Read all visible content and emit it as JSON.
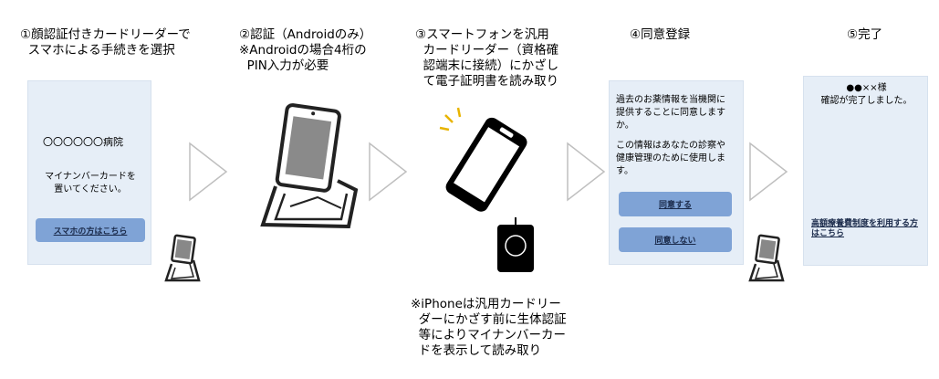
{
  "steps": [
    {
      "label": "①顔認証付きカードリーダーで\n  スマホによる手続きを選択"
    },
    {
      "label": "②認証（Androidのみ）\n※Androidの場合4桁の\n  PIN入力が必要"
    },
    {
      "label": "③スマートフォンを汎用\n  カードリーダー（資格確\n  認端末に接続）にかざし\n  て電子証明書を読み取り"
    },
    {
      "label": "④同意登録"
    },
    {
      "label": "⑤完了"
    }
  ],
  "screen1": {
    "hospital": "〇〇〇〇〇〇病院",
    "instruction": "マイナンバーカードを\n置いてください。",
    "button": "スマホの方はこちら"
  },
  "screen4": {
    "text1": "過去のお薬情報を当機関に\n提供することに同意します\nか。",
    "text2": "この情報はあなたの診察や\n健康管理のために使用しま\nす。",
    "agree": "同意する",
    "disagree": "同意しない"
  },
  "screen5": {
    "name": "●●××様",
    "done": "確認が完了しました。",
    "link": "高額療養費制度を利用する方\nはこちら"
  },
  "iphone_note": "※iPhoneは汎用カードリー\n  ダーにかざす前に生体認証\n  等によりマイナンバーカー\n  ドを表示して読み取り"
}
